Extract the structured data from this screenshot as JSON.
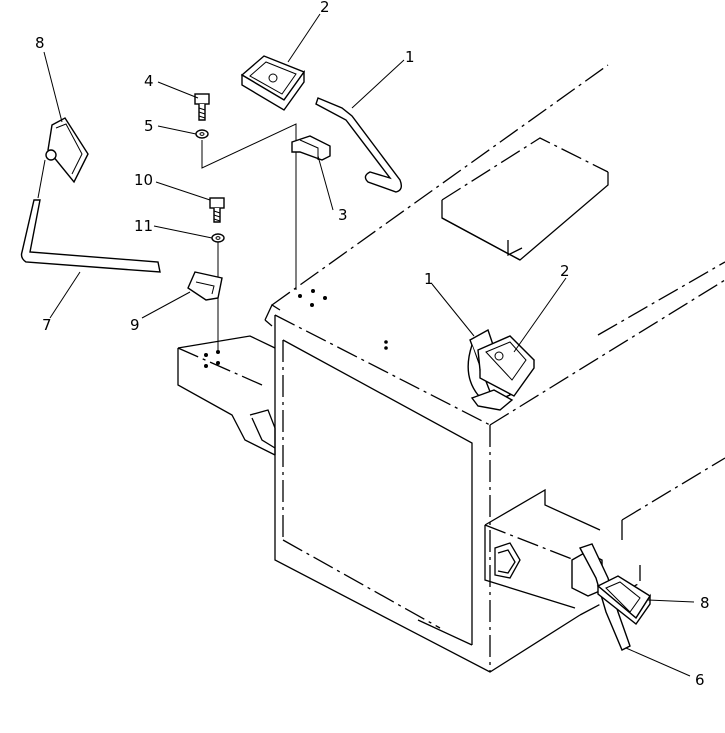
{
  "callouts": {
    "c1a": "1",
    "c1b": "1",
    "c2a": "2",
    "c2b": "2",
    "c3": "3",
    "c4": "4",
    "c5": "5",
    "c6": "6",
    "c7": "7",
    "c8a": "8",
    "c8b": "8",
    "c9": "9",
    "c10": "10",
    "c11": "11"
  }
}
